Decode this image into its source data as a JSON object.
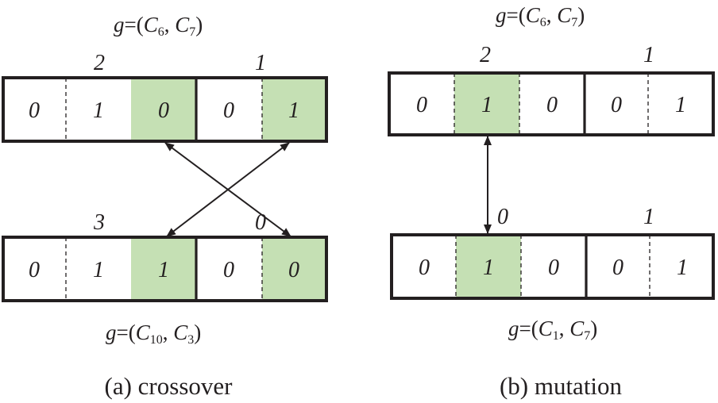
{
  "crossover": {
    "top_formula": {
      "g": "g",
      "eq": "=(",
      "c1": "C",
      "s1": "6",
      "comma": ", ",
      "c2": "C",
      "s2": "7",
      "close": ")"
    },
    "top_labels": {
      "left": "2",
      "right": "1"
    },
    "top_bits": [
      "0",
      "1",
      "0",
      "0",
      "1"
    ],
    "top_highlight": [
      false,
      false,
      true,
      false,
      true
    ],
    "bottom_labels": {
      "left": "3",
      "right": "0"
    },
    "bottom_bits": [
      "0",
      "1",
      "1",
      "0",
      "0"
    ],
    "bottom_highlight": [
      false,
      false,
      true,
      false,
      true
    ],
    "bottom_formula": {
      "g": "g",
      "eq": "=(",
      "c1": "C",
      "s1": "10",
      "comma": ", ",
      "c2": "C",
      "s2": "3",
      "close": ")"
    },
    "caption": "(a) crossover"
  },
  "mutation": {
    "top_formula": {
      "g": "g",
      "eq": "=(",
      "c1": "C",
      "s1": "6",
      "comma": ", ",
      "c2": "C",
      "s2": "7",
      "close": ")"
    },
    "top_labels": {
      "left": "2",
      "right": "1"
    },
    "top_bits": [
      "0",
      "1",
      "0",
      "0",
      "1"
    ],
    "top_highlight": [
      false,
      true,
      false,
      false,
      false
    ],
    "bottom_labels": {
      "left": "0",
      "right": "1"
    },
    "bottom_bits": [
      "0",
      "1",
      "0",
      "0",
      "1"
    ],
    "bottom_highlight": [
      false,
      true,
      false,
      false,
      false
    ],
    "bottom_formula": {
      "g": "g",
      "eq": "=(",
      "c1": "C",
      "s1": "1",
      "comma": ", ",
      "c2": "C",
      "s2": "7",
      "close": ")"
    },
    "caption": "(b) mutation"
  },
  "colors": {
    "highlight": "#c5e0b4",
    "stroke": "#231f20"
  }
}
